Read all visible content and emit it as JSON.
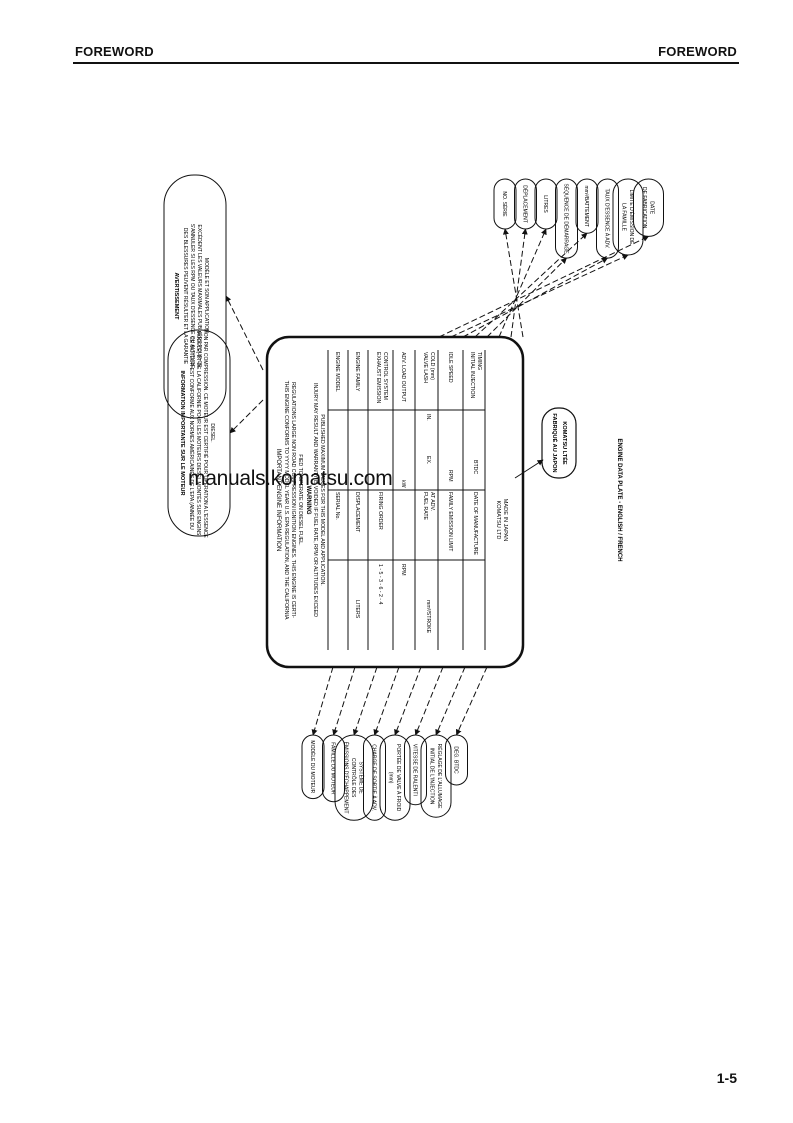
{
  "header": {
    "left": "FOREWORD",
    "right": "FOREWORD"
  },
  "footer": {
    "page": "1-5"
  },
  "watermark": "manuals.komatsu.com",
  "caption": "ENGINE DATA PLATE - ENGLISH / FRENCH",
  "plate": {
    "title": "IMPORTANT ENGINE INFORMATION",
    "intro": [
      "THIS ENGINE CONFORMS TO YYYY MODEL YEAR U.S. EPA REGULATION, AND THE CALIFORNIA",
      "REGULATIONS LARGE NON ROAD COMPRESSION IGNITION ENGINES. THIS ENGINE IS CERTI-",
      "FIED TO OPERATE ON DIESEL FUEL."
    ],
    "warning_title": "WARNING",
    "warning_lines": [
      "INJURY MAY RESULT AND WARRANTY IS VOIDED IF FUEL RATE, RPM OR ALTITUDES EXCEED",
      "PUBLISHED MAXIMUM VALUES FOR THIS MODEL AND APPLICATION."
    ],
    "row1": {
      "a": "ENGINE MODEL",
      "b": "SERIAL No."
    },
    "row2": {
      "a": "ENGINE FAMILY",
      "b": "DISPLACEMENT",
      "c": "LITERS"
    },
    "row3": {
      "a": "EXHAUST EMISSION",
      "a2": "CONTROL SYSTEM",
      "b": "FIRING ORDER",
      "c": "1 - 5 - 3 - 6 - 2 - 4"
    },
    "row4": {
      "a": "ADV. LOAD OUTPUT",
      "b": "kW",
      "c": "RPM"
    },
    "row5": {
      "a": "VALVE LASH",
      "a2": "COLD (mm)",
      "b": "IN.",
      "c": "EX.",
      "d": "FUEL RATE",
      "d2": "AT ADV.",
      "e": "mm³/STROKE"
    },
    "row6": {
      "a": "IDLE SPEED",
      "b": "RPM",
      "c": "FAMILY EMISSION LIMIT"
    },
    "row7": {
      "a": "INITIAL INJECTION",
      "a2": "TIMING",
      "b": "BTDC",
      "c": "DATE OF MANUFACTURE"
    },
    "footer": {
      "line1": "KOMATSU LTD",
      "line2": "MADE IN JAPAN"
    }
  },
  "callouts": {
    "french_info": {
      "title": "INFORMATION IMPORTANTE SUR LE MOTEUR",
      "lines": [
        "CE MOTEUR EST CONFORME AUX NORMES AMÉRICAINES DE L'EPA (ANNÉE DU",
        "MODÈLE) ET DE LA CALIFORNIE POUR LES MOTEURS DIESEL MONTÉS SUR ENGINS",
        "TION PAR COMPRESSION. CE MOTEUR EST CERTIFIÉ POUR OPÉRATION A L'ESSENCE",
        "DIESEL."
      ]
    },
    "avertissement": {
      "title": "AVERTISSEMENT",
      "lines": [
        "DES BLESSURES PEUVENT RÉSULTER ET LA GARANTIE",
        "S'ANNULER SI LES RPM OU TAUX D'ESSENCE OU ALTITUDE",
        "EXCÈDENT LES VALEURS MAXIMALES PUBLIÉES POUR CE",
        "MODÈLE ET SON APPLICATION."
      ]
    },
    "top": [
      {
        "lines": [
          "NO. SÉRIE"
        ]
      },
      {
        "lines": [
          "DÉPLACEMENT"
        ]
      },
      {
        "lines": [
          "LITRES"
        ]
      },
      {
        "lines": [
          "SÉQUENCE DE DÉMARRAGE"
        ]
      },
      {
        "lines": [
          "mm³/BATTEMENT"
        ]
      },
      {
        "lines": [
          "TAUX D'ESSENCE À ADV."
        ]
      },
      {
        "lines": [
          "LIMITE D'ÉMISSION DE",
          "LA FAMILLE"
        ]
      },
      {
        "lines": [
          "DATE",
          "DE FABRICATION"
        ]
      }
    ],
    "bottom": [
      {
        "lines": [
          "MODÈLE DU MOTEUR"
        ]
      },
      {
        "lines": [
          "FAMILLE DU MOTEUR"
        ]
      },
      {
        "lines": [
          "SYSTÈME DE",
          "CONTRÔLE DES",
          "ÉMISSIONS D'ÉCHAPPEMENT"
        ]
      },
      {
        "lines": [
          "CHARGE DE SORTIE À ADV."
        ]
      },
      {
        "lines": [
          "PORTÉE DE VALVE À FROID",
          "(mm)"
        ]
      },
      {
        "lines": [
          "VITESSE DE RALENTI"
        ]
      },
      {
        "lines": [
          "RÉGLAGE DE L'ALLUMAGE",
          "INITIAL DE L'INJECTION"
        ]
      },
      {
        "lines": [
          "DEG. BTDC"
        ]
      }
    ],
    "komatsu_fr": [
      "KOMATSU LTÉE",
      "FABRIQUÉ AU JAPON"
    ]
  }
}
